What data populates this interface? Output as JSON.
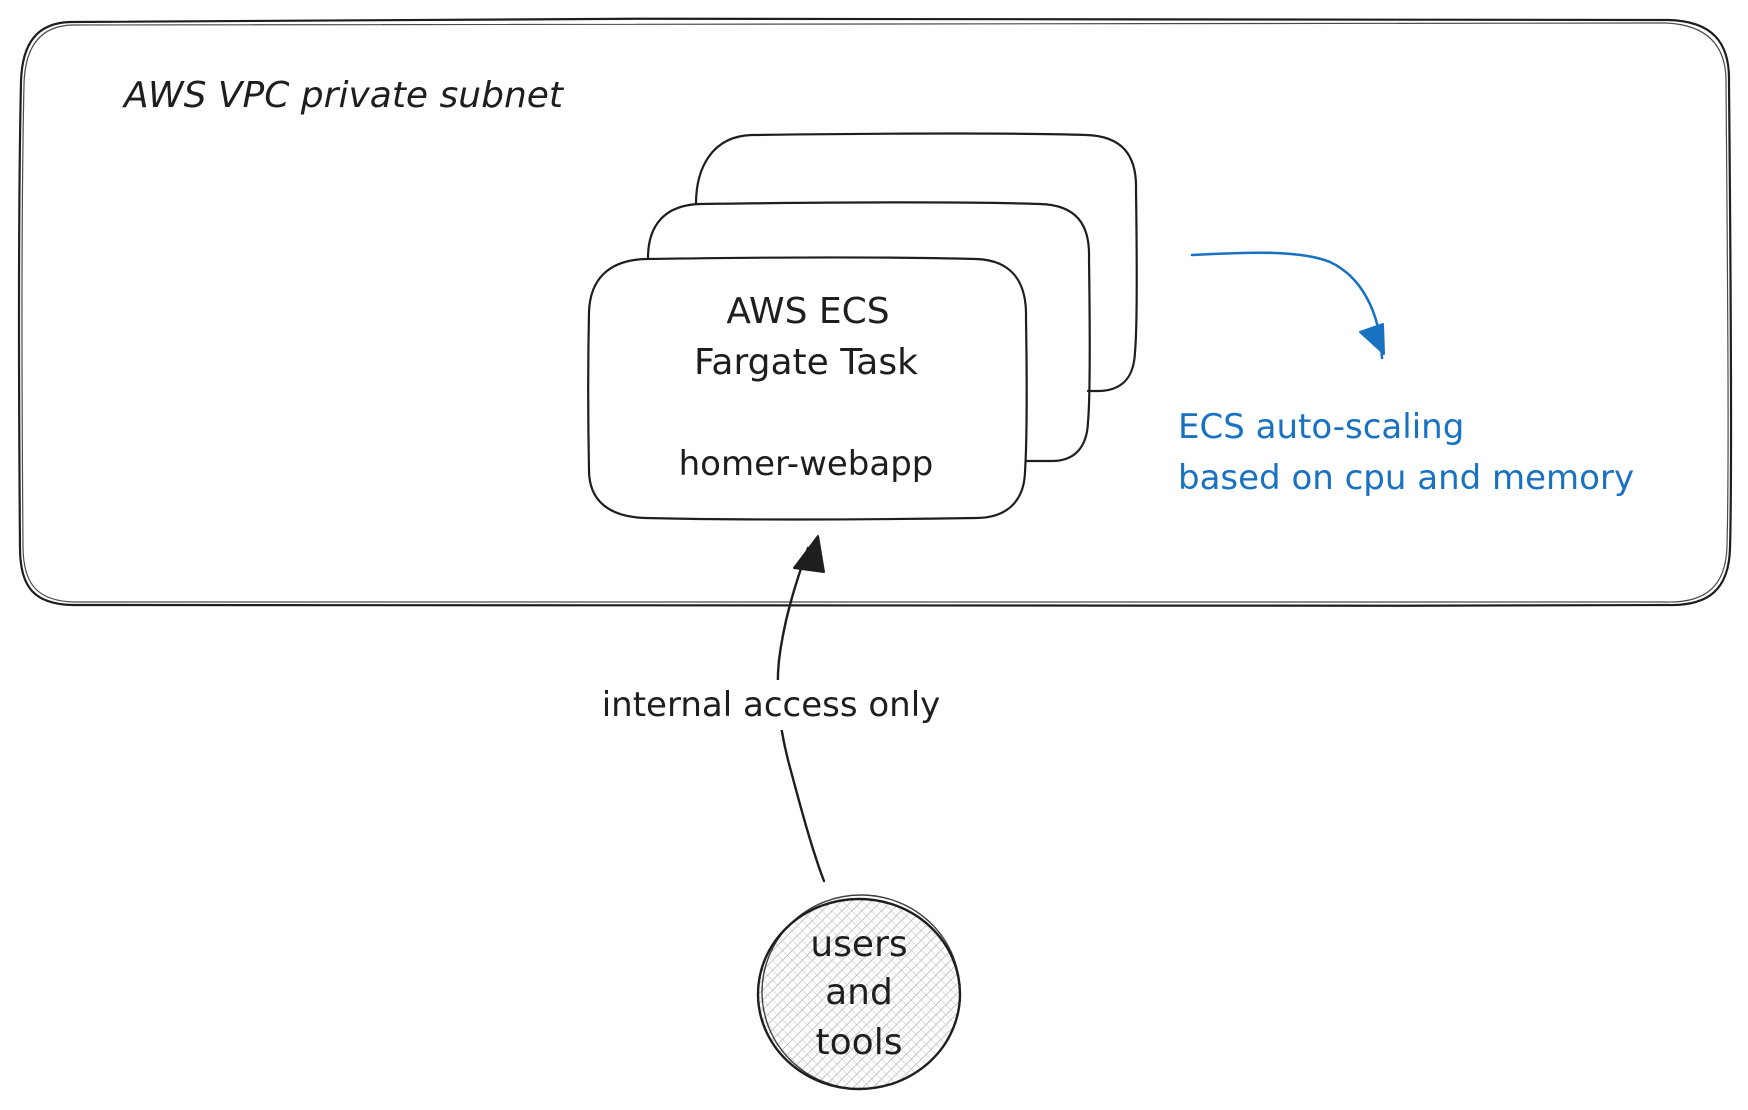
{
  "colors": {
    "ink": "#1e1e1e",
    "accent_blue": "#1971c2",
    "hatch": "#9aa0a6",
    "background": "#ffffff"
  },
  "subnet": {
    "label": "AWS VPC private subnet"
  },
  "task": {
    "title_line1": "AWS ECS",
    "title_line2": "Fargate Task",
    "name": "homer-webapp"
  },
  "scaling": {
    "label_line1": "ECS auto-scaling",
    "label_line2": "based on cpu and memory"
  },
  "access": {
    "label": "internal access only"
  },
  "users": {
    "line1": "users",
    "line2": "and",
    "line3": "tools"
  }
}
